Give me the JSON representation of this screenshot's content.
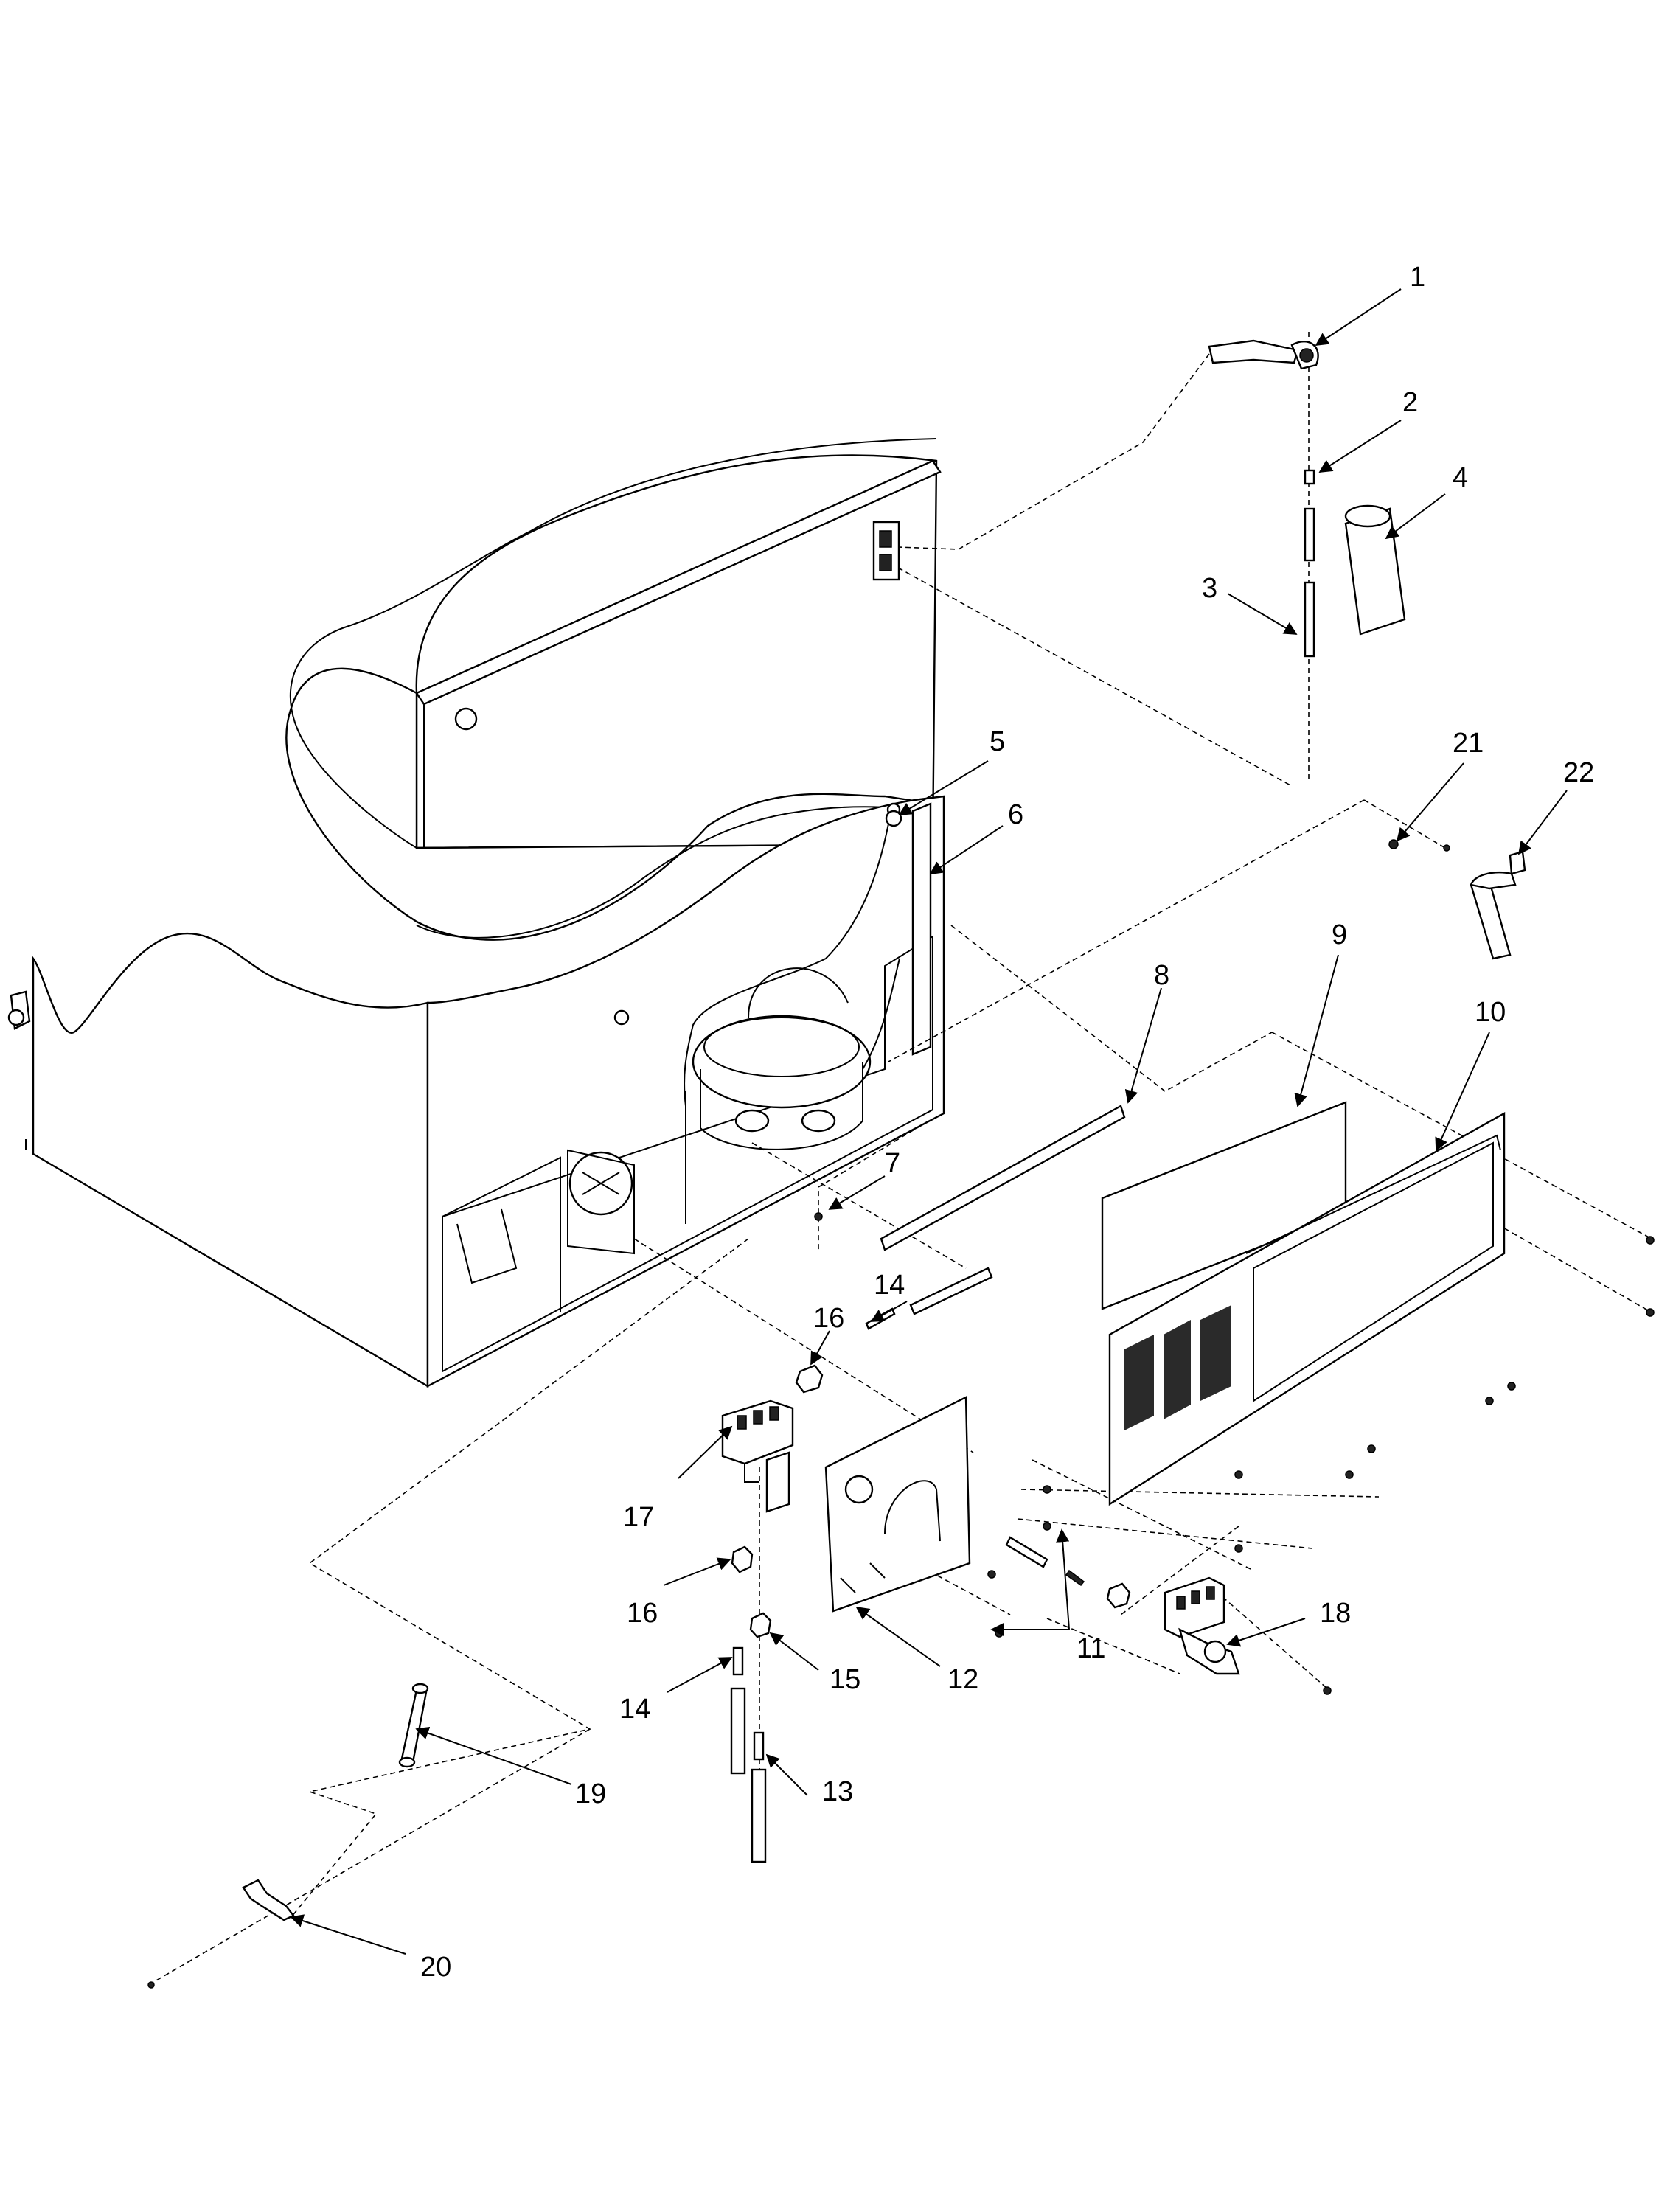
{
  "callouts": [
    {
      "id": "1",
      "label": "1"
    },
    {
      "id": "2",
      "label": "2"
    },
    {
      "id": "3",
      "label": "3"
    },
    {
      "id": "4",
      "label": "4"
    },
    {
      "id": "5",
      "label": "5"
    },
    {
      "id": "6",
      "label": "6"
    },
    {
      "id": "7",
      "label": "7"
    },
    {
      "id": "8",
      "label": "8"
    },
    {
      "id": "9",
      "label": "9"
    },
    {
      "id": "10",
      "label": "10"
    },
    {
      "id": "11",
      "label": "11"
    },
    {
      "id": "12",
      "label": "12"
    },
    {
      "id": "13",
      "label": "13"
    },
    {
      "id": "14a",
      "label": "14"
    },
    {
      "id": "14b",
      "label": "14"
    },
    {
      "id": "15",
      "label": "15"
    },
    {
      "id": "16a",
      "label": "16"
    },
    {
      "id": "16b",
      "label": "16"
    },
    {
      "id": "17",
      "label": "17"
    },
    {
      "id": "18",
      "label": "18"
    },
    {
      "id": "19",
      "label": "19"
    },
    {
      "id": "20",
      "label": "20"
    },
    {
      "id": "21",
      "label": "21"
    },
    {
      "id": "22",
      "label": "22"
    }
  ]
}
